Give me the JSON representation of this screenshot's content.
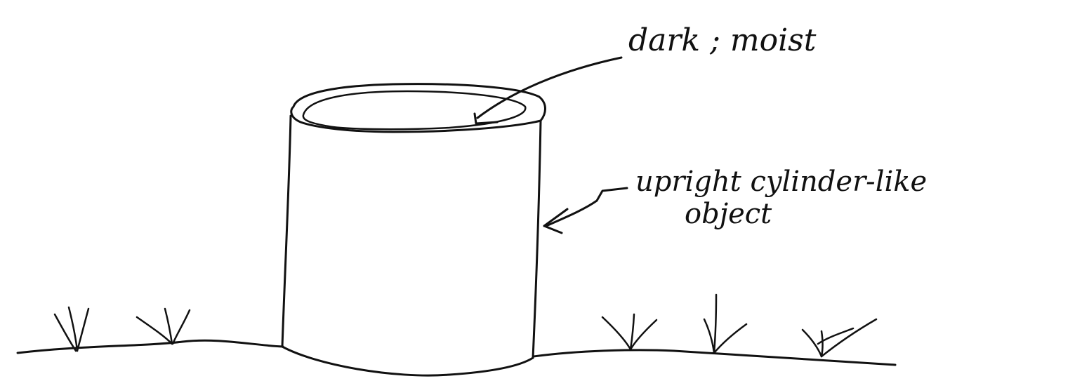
{
  "annotations": {
    "top_label": "dark ; moist",
    "side_label_line1": "upright cylinder-like",
    "side_label_line2": "object"
  },
  "colors": {
    "ink": "#111111",
    "paper": "#ffffff"
  }
}
